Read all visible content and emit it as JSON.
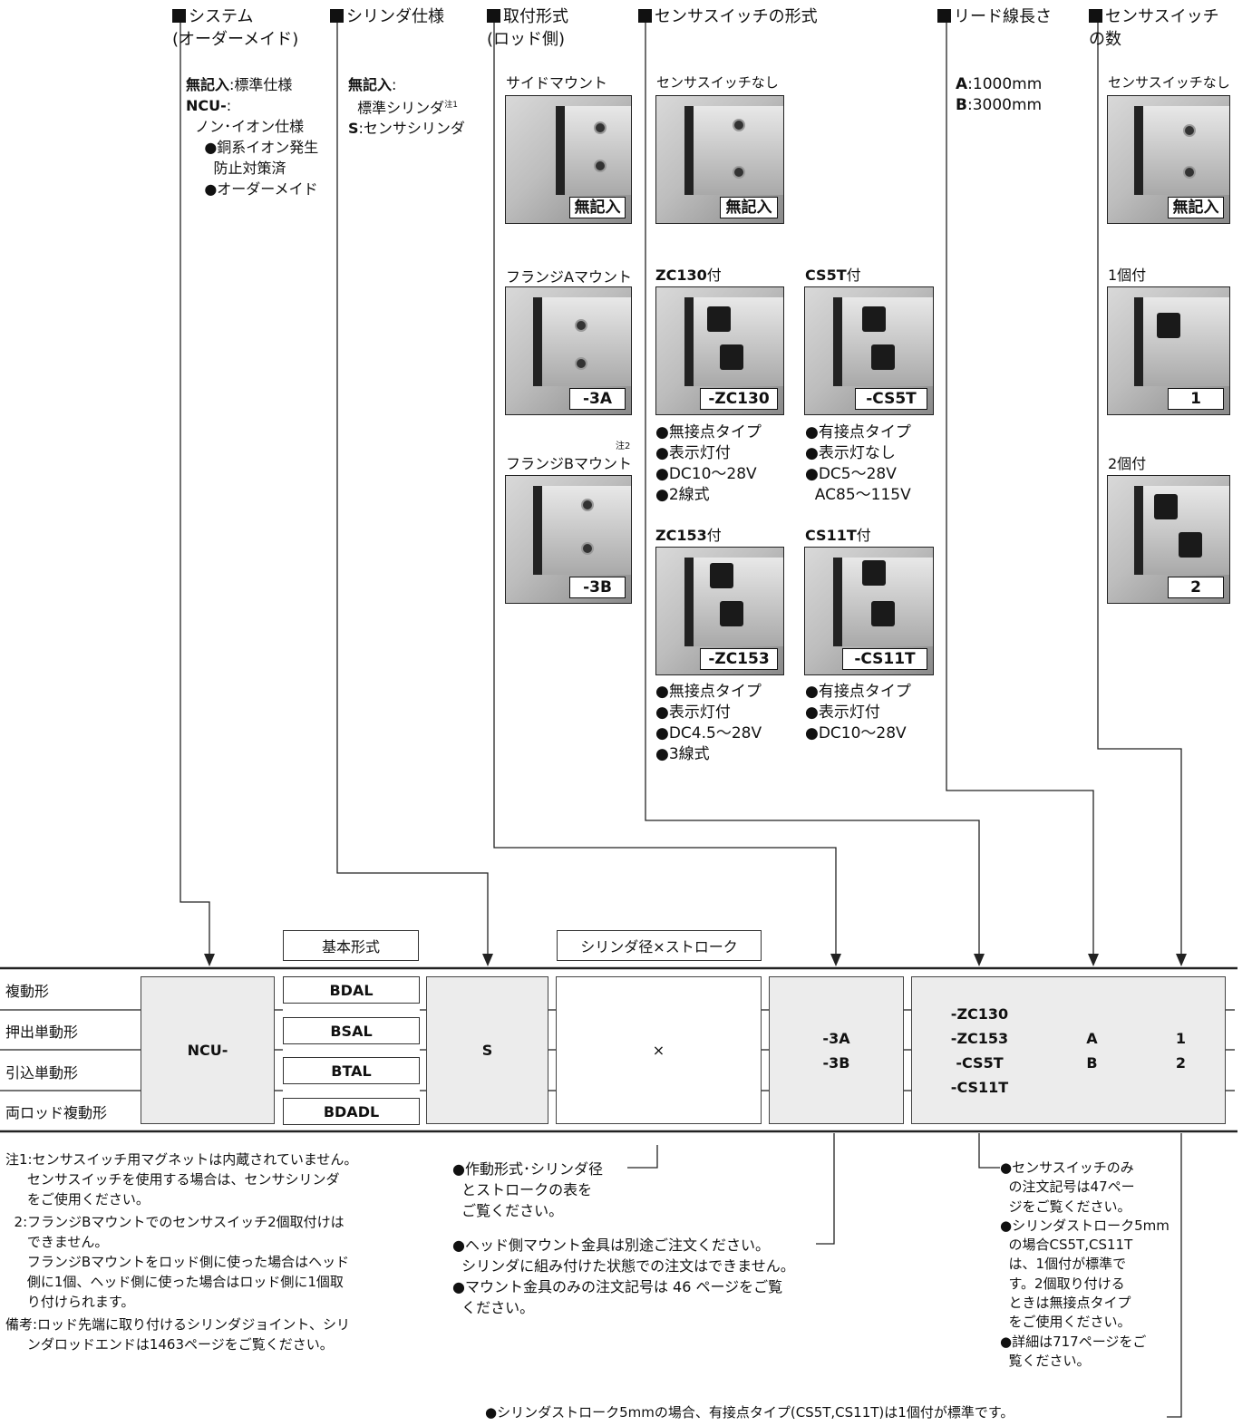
{
  "headers": {
    "system": "システム\n(オーダーメイド)",
    "cylinder": "シリンダ仕様",
    "mount": "取付形式\n(ロッド側)",
    "sensor": "センサスイッチの形式",
    "lead": "リード線長さ",
    "count": "センサスイッチ\nの数"
  },
  "system_text": {
    "line1_bold": "無記入",
    "line1_rest": ":標準仕様",
    "line2_bold": "NCU-",
    "line2_rest": ":",
    "rest": "  ノン･イオン仕様\n    ●銅系イオン発生\n      防止対策済\n    ●オーダーメイド"
  },
  "cylinder_text": {
    "line1_bold": "無記入",
    "line1_rest": ":",
    "line2": "  標準シリンダ",
    "line2_note": "注1",
    "line3_bold": "S",
    "line3_rest": ":センサシリンダ"
  },
  "mount": {
    "side_label": "サイドマウント",
    "side_code": "無記入",
    "flangeA_label": "フランジAマウント",
    "flangeA_code": "-3A",
    "flangeB_note": "注2",
    "flangeB_label": "フランジBマウント",
    "flangeB_code": "-3B"
  },
  "sensor": {
    "none_label": "センサスイッチなし",
    "none_code": "無記入",
    "zc130_bold": "ZC130",
    "zc130_rest": "付",
    "zc130_code": "-ZC130",
    "zc130_spec": "●無接点タイプ\n●表示灯付\n●DC10〜28V\n●2線式",
    "cs5t_bold": "CS5T",
    "cs5t_rest": "付",
    "cs5t_code": "-CS5T",
    "cs5t_spec": "●有接点タイプ\n●表示灯なし\n●DC5〜28V\n  AC85〜115V",
    "zc153_bold": "ZC153",
    "zc153_rest": "付",
    "zc153_code": "-ZC153",
    "zc153_spec": "●無接点タイプ\n●表示灯付\n●DC4.5〜28V\n●3線式",
    "cs11t_bold": "CS11T",
    "cs11t_rest": "付",
    "cs11t_code": "-CS11T",
    "cs11t_spec": "●有接点タイプ\n●表示灯付\n●DC10〜28V"
  },
  "lead": {
    "a_bold": "A",
    "a_rest": ":1000mm",
    "b_bold": "B",
    "b_rest": ":3000mm"
  },
  "count": {
    "none_label": "センサスイッチなし",
    "none_code": "無記入",
    "one_label": "1個付",
    "one_code": "1",
    "two_label": "2個付",
    "two_code": "2"
  },
  "order_table": {
    "basic_label": "基本形式",
    "bore_label": "シリンダ径×ストローク",
    "rows": [
      "複動形",
      "押出単動形",
      "引込単動形",
      "両ロッド複動形"
    ],
    "basic_codes": [
      "BDAL",
      "BSAL",
      "BTAL",
      "BDADL"
    ],
    "system": "NCU-",
    "cylinder": "S",
    "bore": "×",
    "mount": "-3A\n-3B",
    "sensor": "-ZC130\n-ZC153\n-CS5T\n-CS11T",
    "lead": "A\nB",
    "count": "1\n2"
  },
  "notes": {
    "n1": "注1:センサスイッチ用マグネットは内蔵されていません。\n     センサスイッチを使用する場合は、センサシリンダ\n     をご使用ください。",
    "n2": "  2:フランジBマウントでのセンサスイッチ2個取付けは\n     できません。\n     フランジBマウントをロッド側に使った場合はヘッド\n     側に1個、ヘッド側に使った場合はロッド側に1個取\n     り付けられます。",
    "remark": "備考:ロッド先端に取り付けるシリンダジョイント、シリ\n     ンダロッドエンドは1463ページをご覧ください。",
    "mid1": "●作動形式･シリンダ径\n  とストロークの表を\n  ご覧ください。",
    "mid2": "●ヘッド側マウント金具は別途ご注文ください。\n  シリンダに組み付けた状態での注文はできません。\n●マウント金具のみの注文記号は 46 ページをご覧\n  ください。",
    "right": "●センサスイッチのみ\n  の注文記号は47ペー\n  ジをご覧ください。\n●シリンダストローク5mm\n  の場合CS5T,CS11T\n  は、1個付が標準で\n  す。2個取り付ける\n  ときは無接点タイプ\n  をご使用ください。\n●詳細は717ページをご\n  覧ください。",
    "bottom": "●シリンダストローク5mmの場合、有接点タイプ(CS5T,CS11T)は1個付が標準です。"
  }
}
